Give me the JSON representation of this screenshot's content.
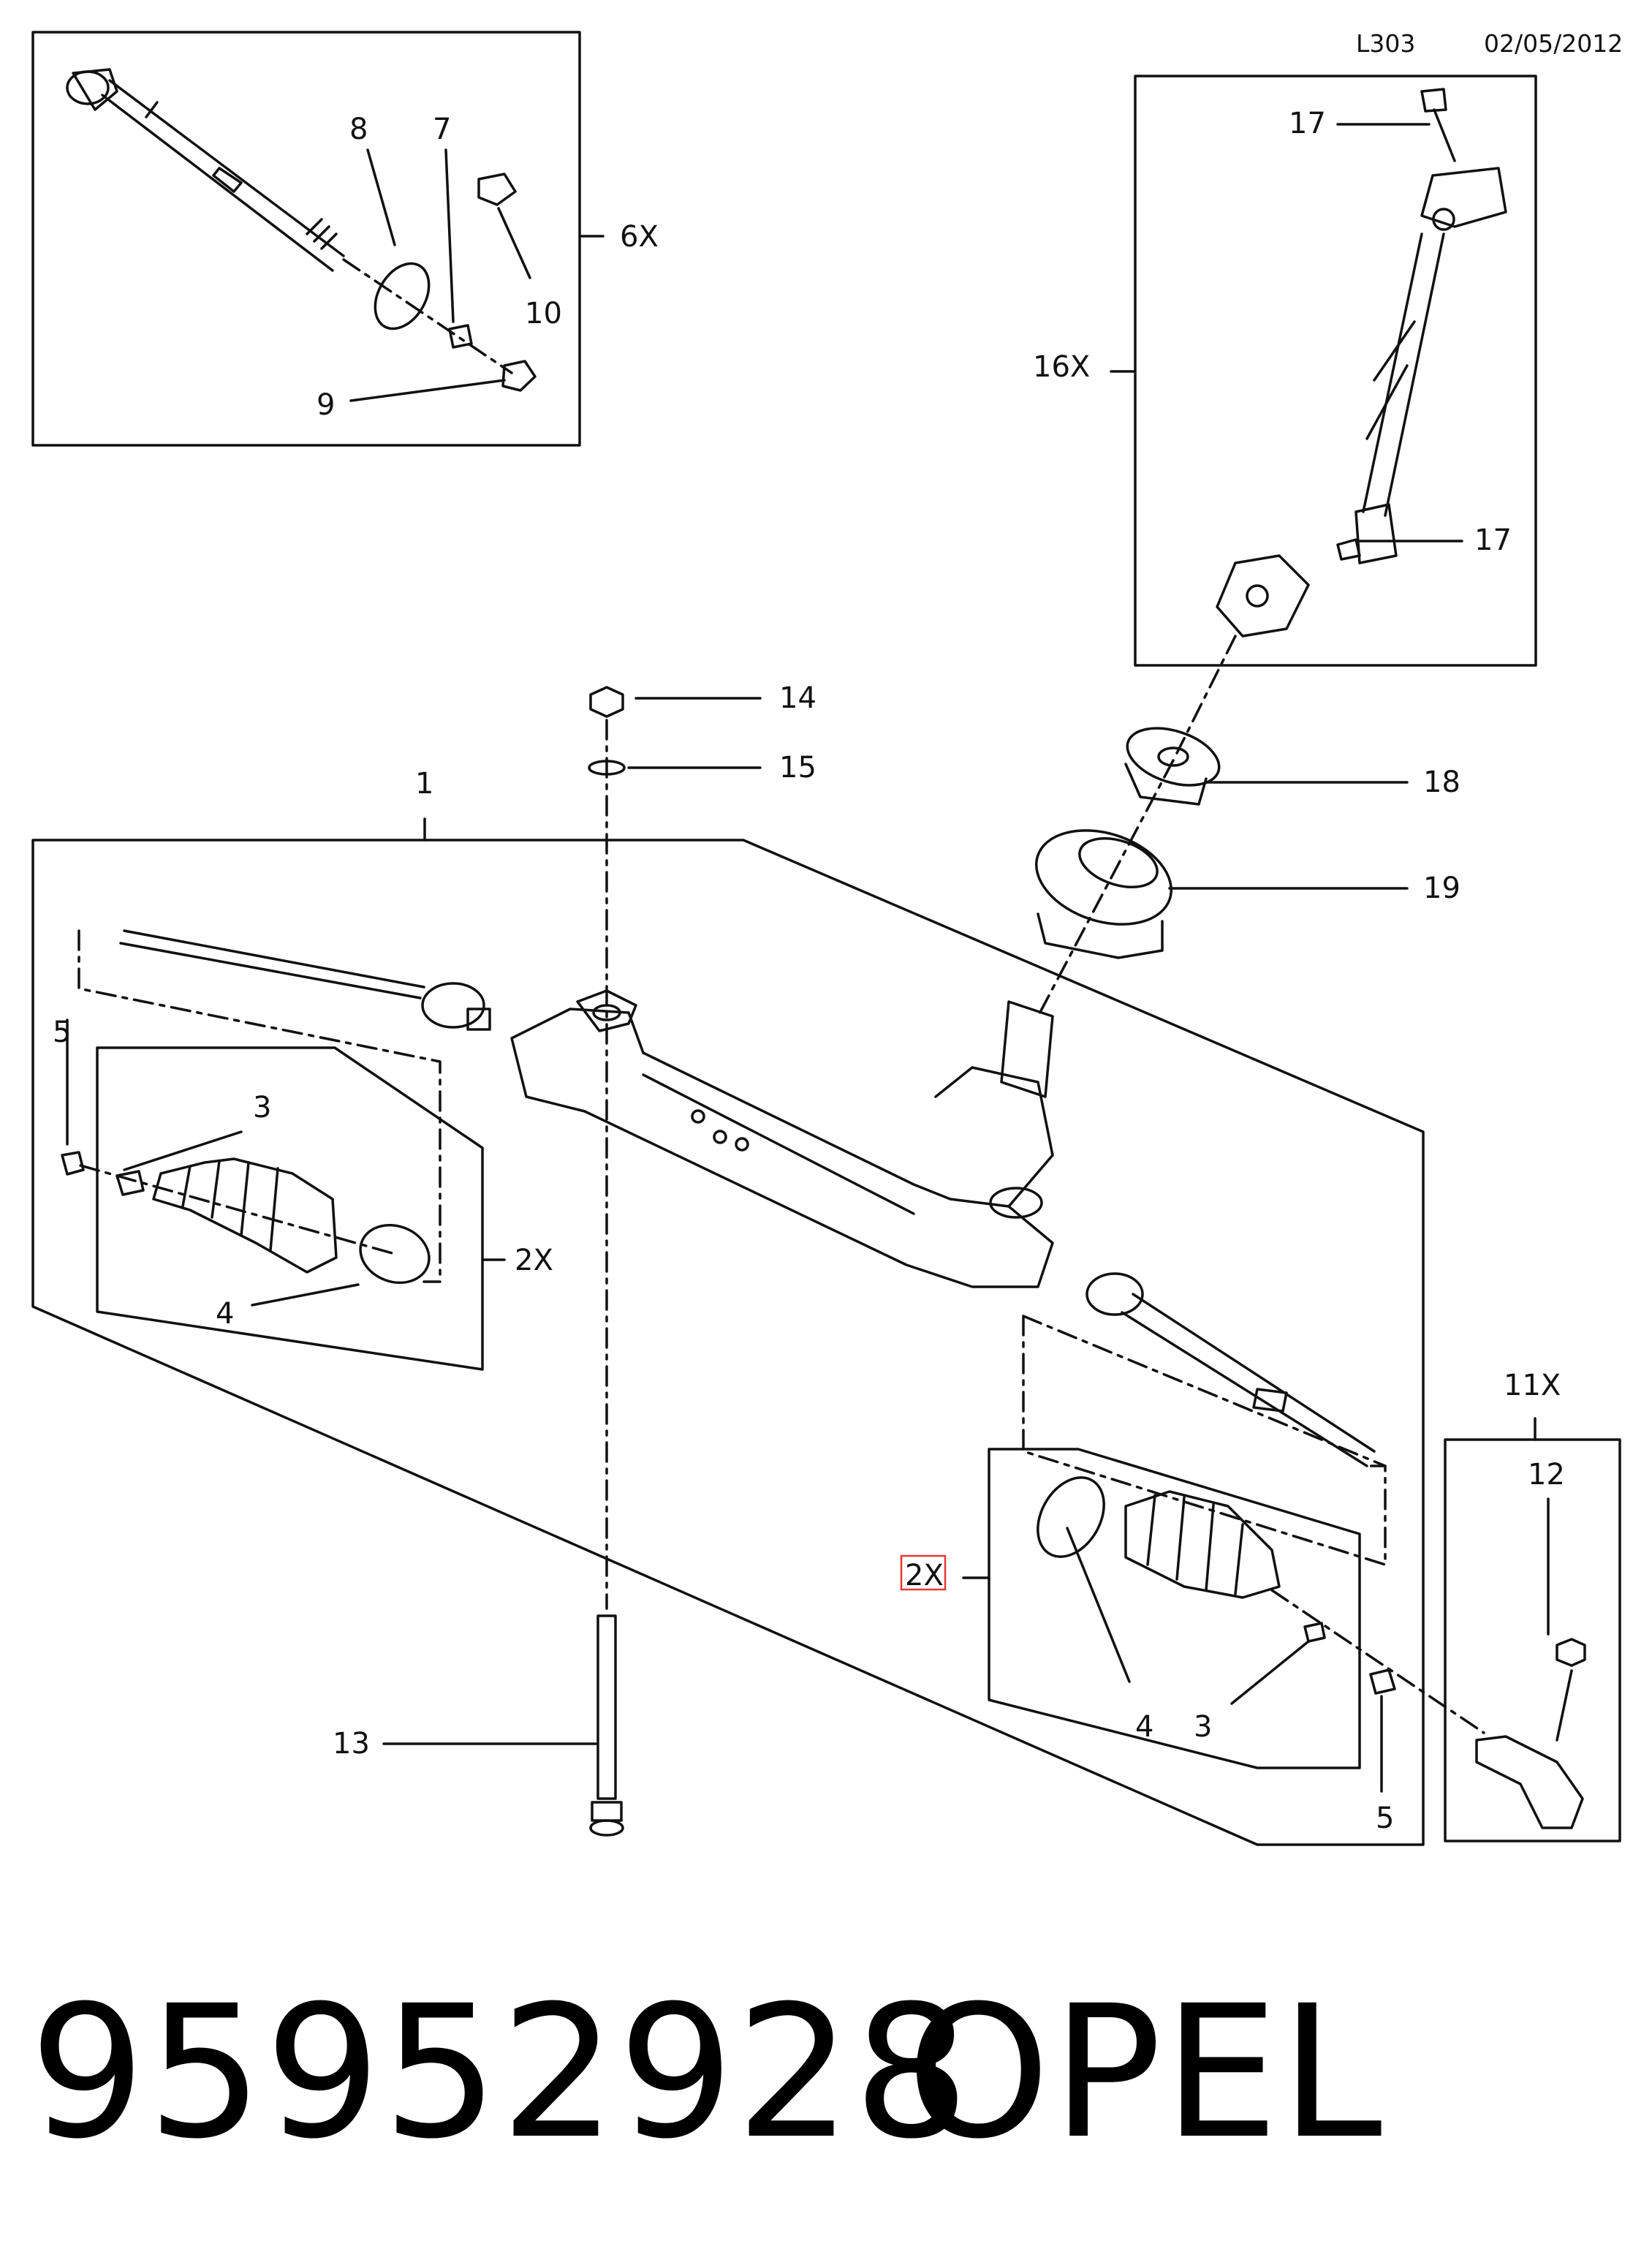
{
  "header": {
    "code": "L303",
    "date": "02/05/2012"
  },
  "callouts": {
    "c1": "1",
    "c2x_left": "2X",
    "c2x_right": "2X",
    "c3_left": "3",
    "c3_right": "3",
    "c4_left": "4",
    "c4_right": "4",
    "c5_left": "5",
    "c5_right": "5",
    "c6x": "6X",
    "c7": "7",
    "c8": "8",
    "c9": "9",
    "c10": "10",
    "c11x": "11X",
    "c12": "12",
    "c13": "13",
    "c14": "14",
    "c15": "15",
    "c16x": "16X",
    "c17_top": "17",
    "c17_mid": "17",
    "c18": "18",
    "c19": "19"
  },
  "footer": {
    "part_number": "95952928",
    "brand": "OPEL"
  },
  "colors": {
    "line": "#111111",
    "highlight": "#e53935"
  }
}
